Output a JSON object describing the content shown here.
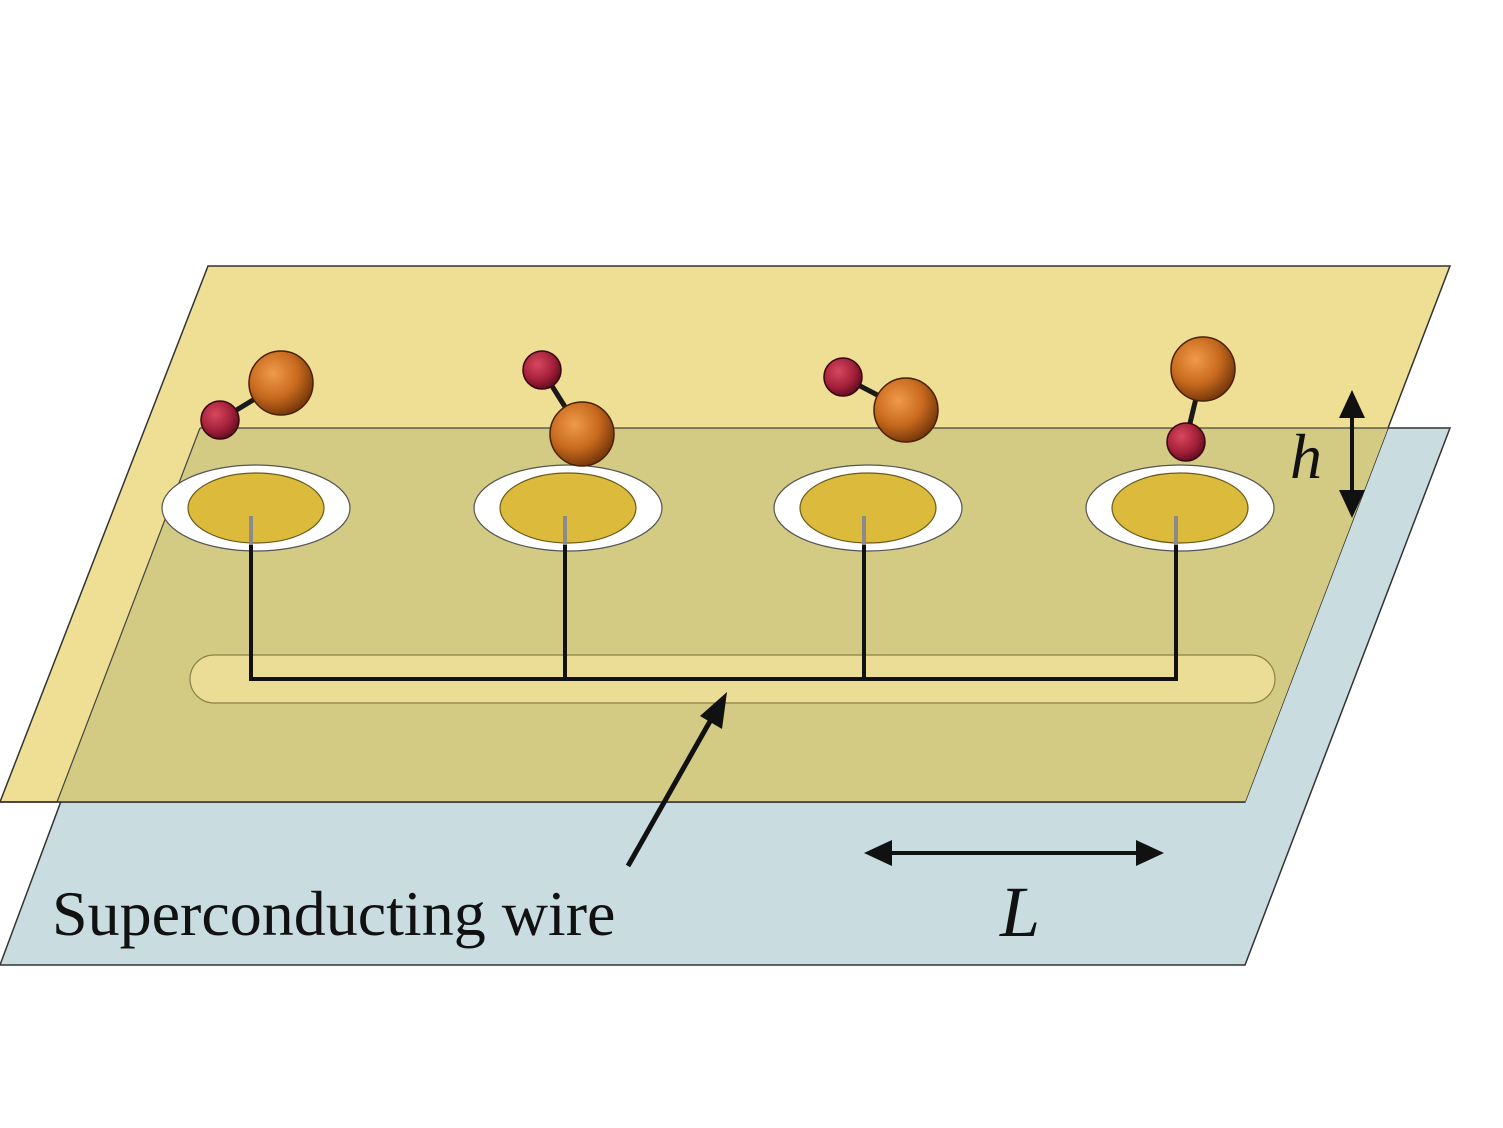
{
  "labels": {
    "wire": "Superconducting wire",
    "height": "h",
    "length": "L"
  },
  "molecules": [
    {
      "orientation": "tilted-up-right"
    },
    {
      "orientation": "tilted-down-right"
    },
    {
      "orientation": "tilted-down-right-shallow"
    },
    {
      "orientation": "vertical-large-on-top"
    }
  ],
  "colors": {
    "top_plane": "#efdf94",
    "overlap_region": "#d3cb84",
    "bottom_plane": "#c9dde0",
    "electrode_fill": "#dcbb3c",
    "electrode_ring": "#ffffff",
    "wire_channel": "#ebdc96",
    "wire": "#111111",
    "large_atom": "#c86a1e",
    "small_atom": "#a4203a",
    "outline": "#222222"
  }
}
